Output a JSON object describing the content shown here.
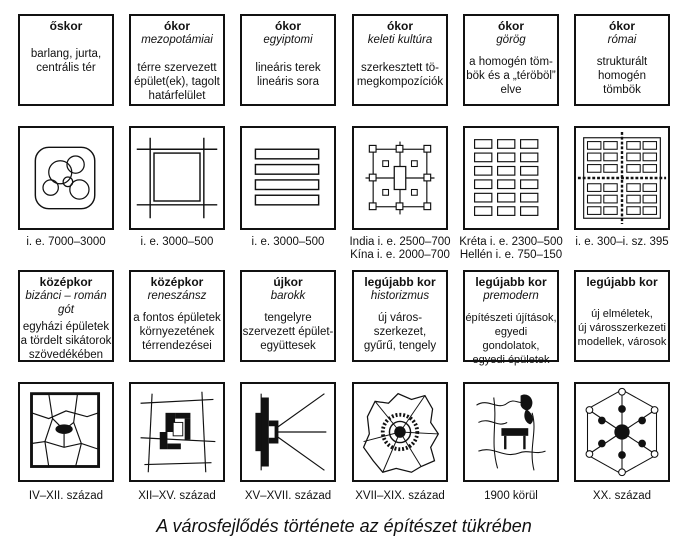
{
  "cells": [
    {
      "era": "őskor",
      "sub": "",
      "desc": "barlang, jurta,\ncentrális tér",
      "icon": "organic-circles-icon",
      "date": "i. e. 7000–3000"
    },
    {
      "era": "ókor",
      "sub": "mezopotámiai",
      "desc": "térre szervezett\népület(ek), tagolt\nhatárfelület",
      "icon": "framed-square-icon",
      "date": "i. e. 3000–500"
    },
    {
      "era": "ókor",
      "sub": "egyiptomi",
      "desc": "lineáris terek\nlineáris sora",
      "icon": "linear-bars-icon",
      "date": "i. e. 3000–500"
    },
    {
      "era": "ókor",
      "sub": "keleti kultúra",
      "desc": "szerkesztett tö-\nmegkompozíciók",
      "icon": "axial-composition-icon",
      "date": "India i. e. 2500–700\nKína i. e. 2000–700"
    },
    {
      "era": "ókor",
      "sub": "görög",
      "desc": "a homogén töm-\nbök és a „téröböl”\nelve",
      "icon": "grid-blocks-icon",
      "date": "Kréta i. e. 2300–500\nHellén i. e. 750–150"
    },
    {
      "era": "ókor",
      "sub": "római",
      "desc": "strukturált\nhomogén\ntömbök",
      "icon": "quartered-grid-icon",
      "date": "i. e. 300–i. sz. 395"
    },
    {
      "era": "középkor",
      "sub": "bizánci – román\ngót",
      "desc": "egyházi épületek\na tördelt sikátorok\nszövedékében",
      "icon": "medieval-plan-icon",
      "date": "IV–XII. század"
    },
    {
      "era": "középkor",
      "sub": "reneszánsz",
      "desc": "a fontos épületek\nkörnyezetének\ntérrendezései",
      "icon": "renaissance-plan-icon",
      "date": "XII–XV. század"
    },
    {
      "era": "újkor",
      "sub": "barokk",
      "desc": "tengelyre\nszervezett épület-\negyüttesek",
      "icon": "baroque-axes-icon",
      "date": "XV–XVII. század"
    },
    {
      "era": "legújabb kor",
      "sub": "historizmus",
      "desc": "új város-\nszerkezet,\ngyűrű, tengely",
      "icon": "ring-city-icon",
      "date": "XVII–XIX. század"
    },
    {
      "era": "legújabb kor",
      "sub": "premodern",
      "desc": "építészeti újítások,\negyedi gondolatok,\negyedi épületek",
      "icon": "premodern-plan-icon",
      "date": "1900 körül"
    },
    {
      "era": "legújabb kor",
      "sub": "",
      "desc": "új elméletek,\núj városszerkezeti\nmodellek, városok",
      "icon": "network-model-icon",
      "date": "XX. század"
    }
  ],
  "caption": "A városfejlődés története az építészet tükrében"
}
